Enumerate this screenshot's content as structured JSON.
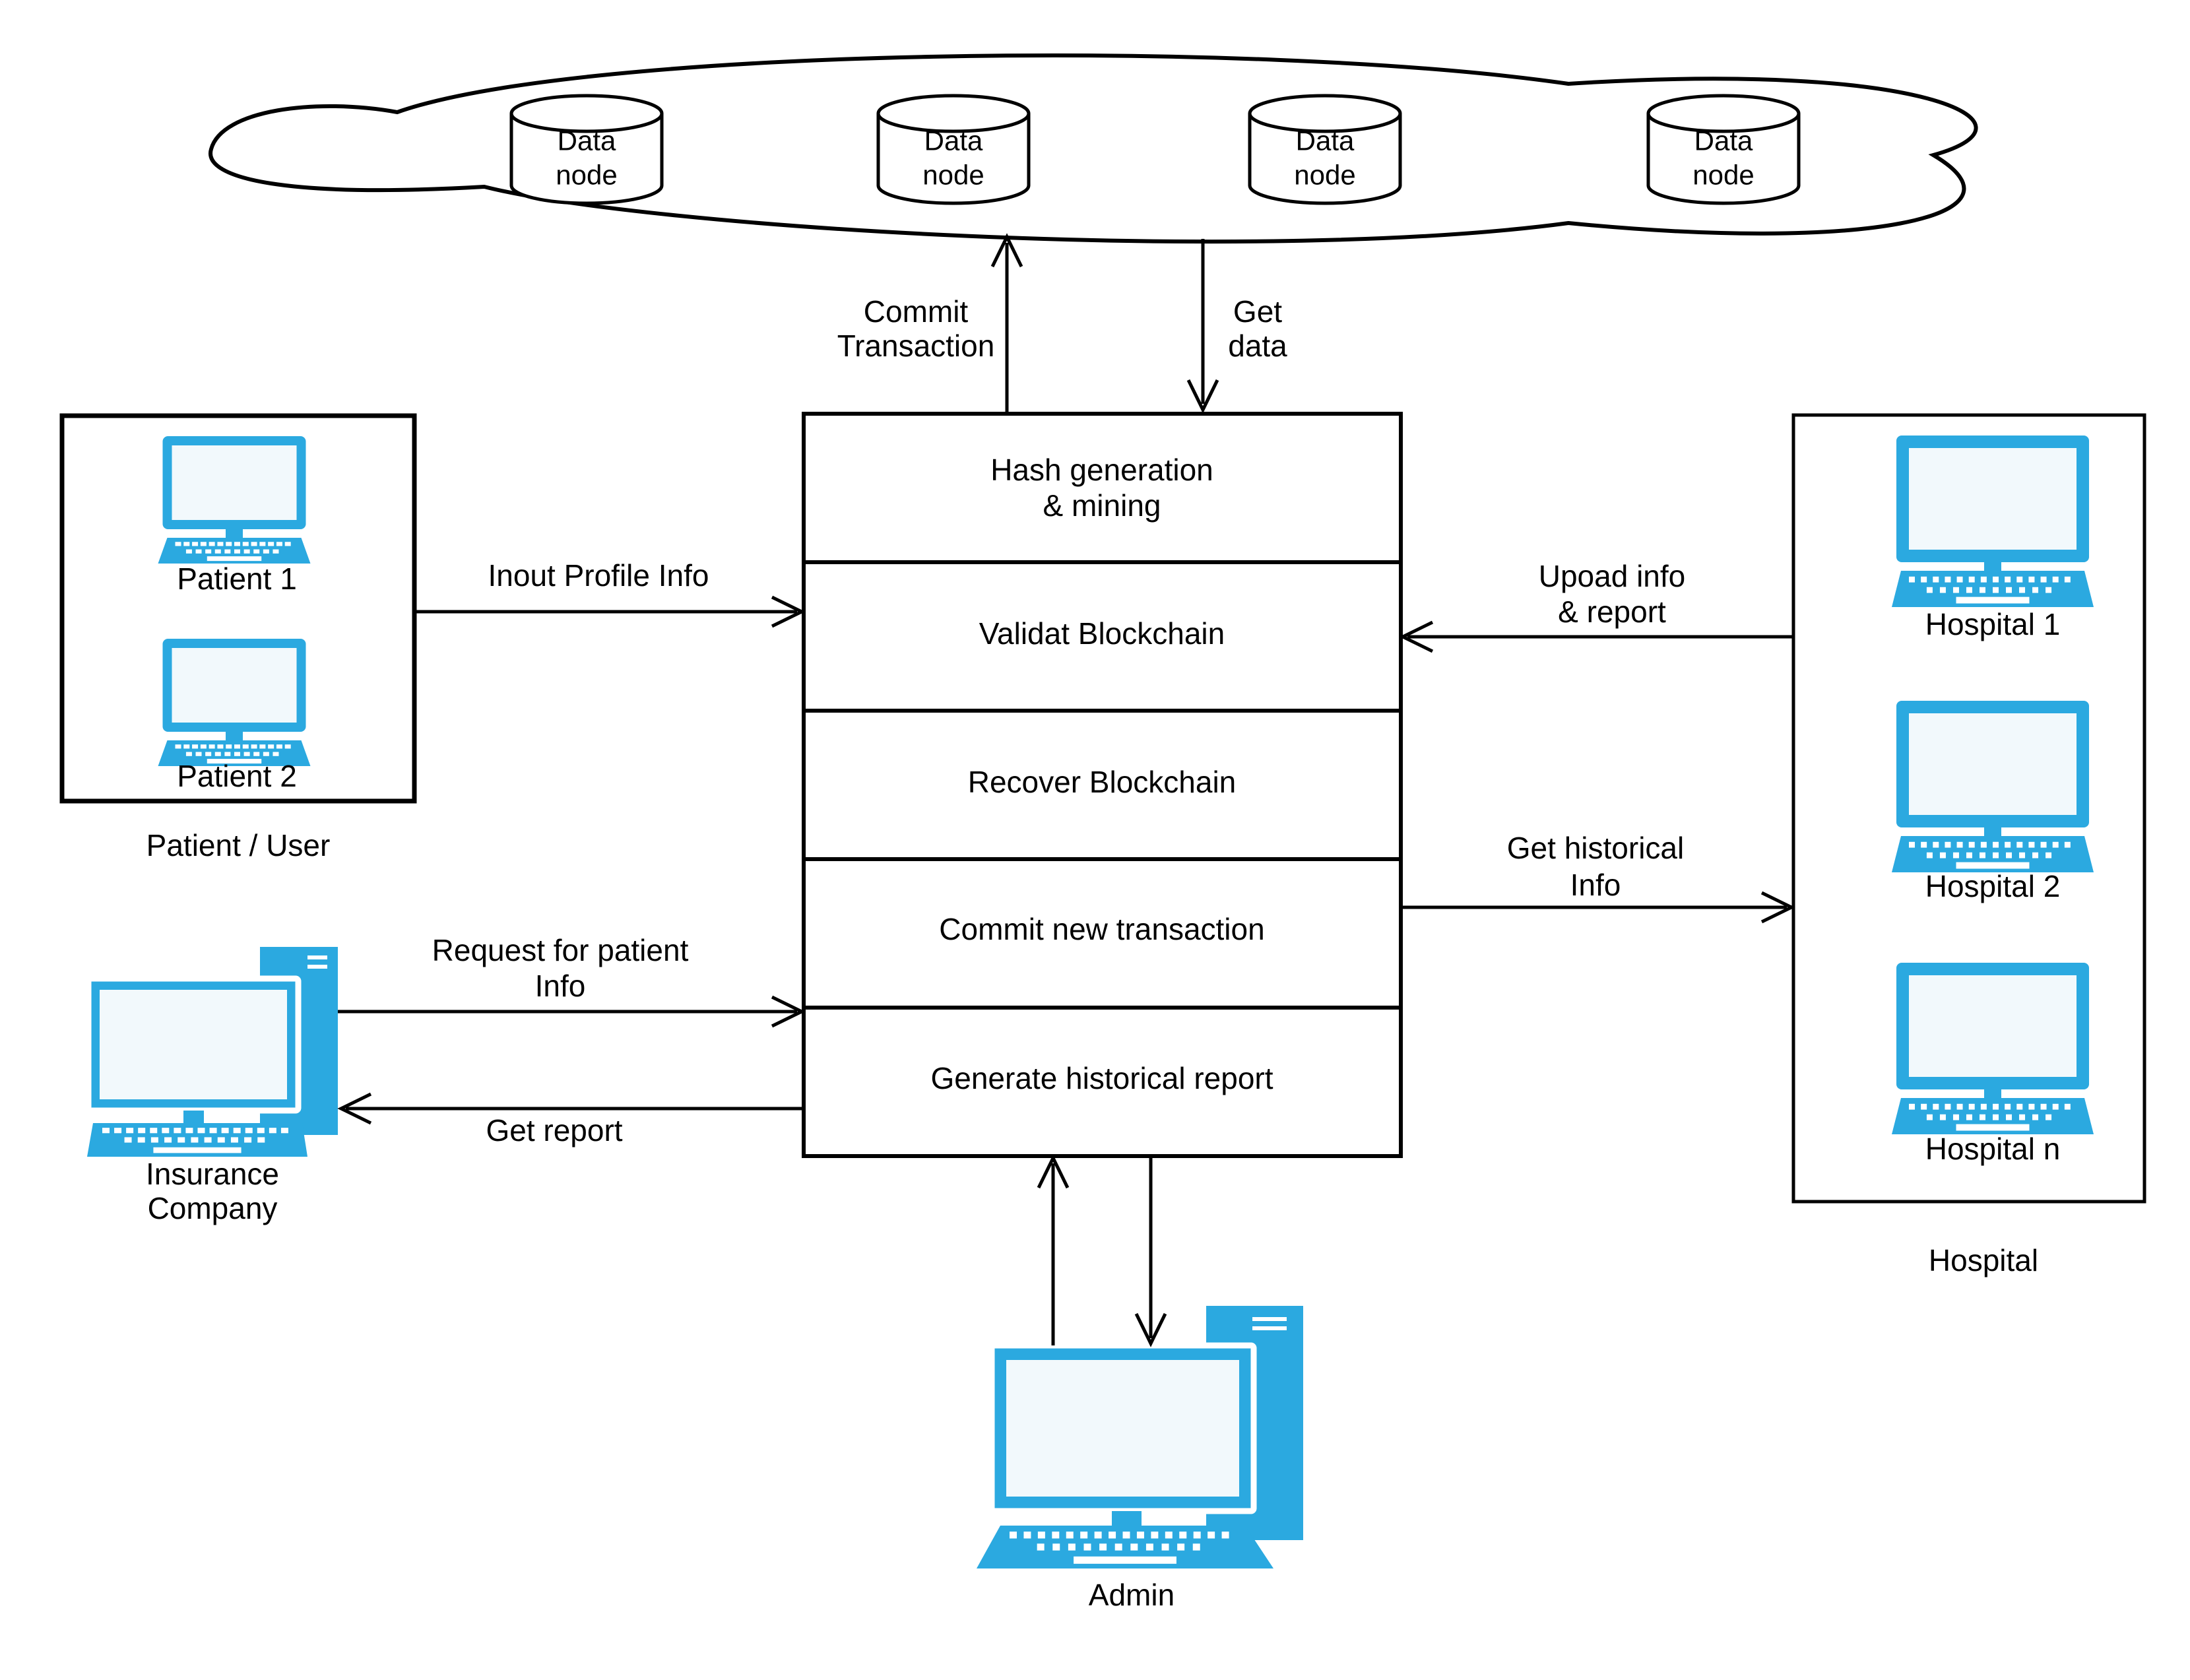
{
  "diagram": {
    "colors": {
      "device_blue": "#2BA9E0",
      "screen": "#F2F9FC",
      "stroke": "#000000"
    },
    "cloud_nodes": [
      {
        "line1": "Data",
        "line2": "node"
      },
      {
        "line1": "Data",
        "line2": "node"
      },
      {
        "line1": "Data",
        "line2": "node"
      },
      {
        "line1": "Data",
        "line2": "node"
      }
    ],
    "blockchain_box": {
      "sections": [
        {
          "line1": "Hash generation",
          "line2": "& mining"
        },
        {
          "label": "Validat Blockchain"
        },
        {
          "label": "Recover Blockchain"
        },
        {
          "label": "Commit new transaction"
        },
        {
          "label": "Generate historical report"
        }
      ]
    },
    "patient_group": {
      "title": "Patient / User",
      "nodes": [
        {
          "label": "Patient 1"
        },
        {
          "label": "Patient 2"
        }
      ]
    },
    "hospital_group": {
      "title": "Hospital",
      "nodes": [
        {
          "label": "Hospital 1"
        },
        {
          "label": "Hospital 2"
        },
        {
          "label": "Hospital n"
        }
      ]
    },
    "insurance": {
      "line1": "Insurance",
      "line2": "Company"
    },
    "admin": {
      "label": "Admin"
    },
    "arrows": {
      "commit_transaction": {
        "line1": "Commit",
        "line2": "Transaction"
      },
      "get_data": {
        "line1": "Get",
        "line2": "data"
      },
      "input_profile": {
        "label": "Inout Profile Info"
      },
      "request_patient": {
        "line1": "Request for patient",
        "line2": "Info"
      },
      "get_report": {
        "label": "Get report"
      },
      "upload_info": {
        "line1": "Upoad info",
        "line2": "& report"
      },
      "get_historical": {
        "line1": "Get historical",
        "line2": "Info"
      }
    }
  }
}
